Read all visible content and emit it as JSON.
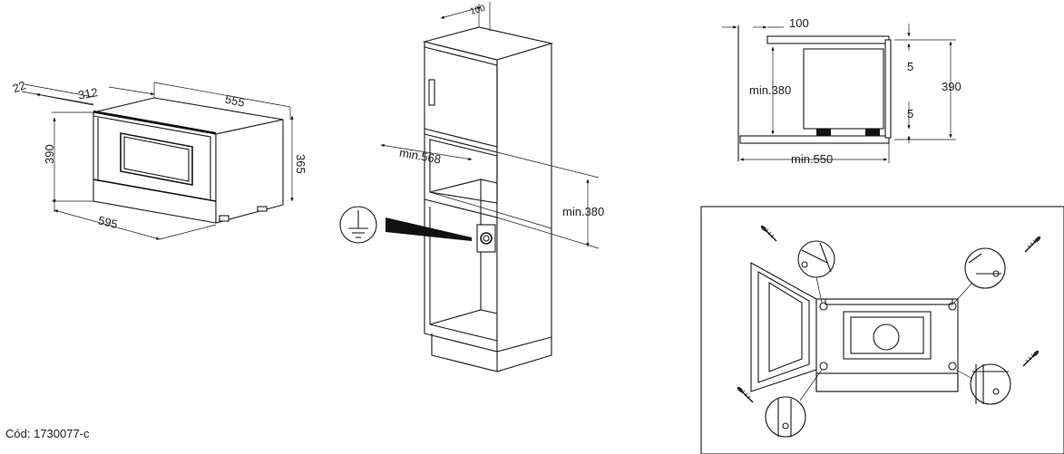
{
  "panel_a": {
    "dims": {
      "d22": "22",
      "d312": "312",
      "d555": "555",
      "d390": "390",
      "d365": "365",
      "d595": "595"
    }
  },
  "panel_b": {
    "dims": {
      "d100": "100",
      "min568": "min.568",
      "min380": "min.380"
    },
    "icons": [
      "ground-symbol-icon",
      "power-socket-icon"
    ]
  },
  "panel_c": {
    "dims": {
      "d100": "100",
      "min380": "min.380",
      "d5a": "5",
      "d5b": "5",
      "d390": "390",
      "min550": "min.550"
    }
  },
  "panel_d": {
    "icons": [
      "screw-icon",
      "detail-magnifier-icon"
    ]
  },
  "footer": {
    "code": "Cód: 1730077-c"
  }
}
